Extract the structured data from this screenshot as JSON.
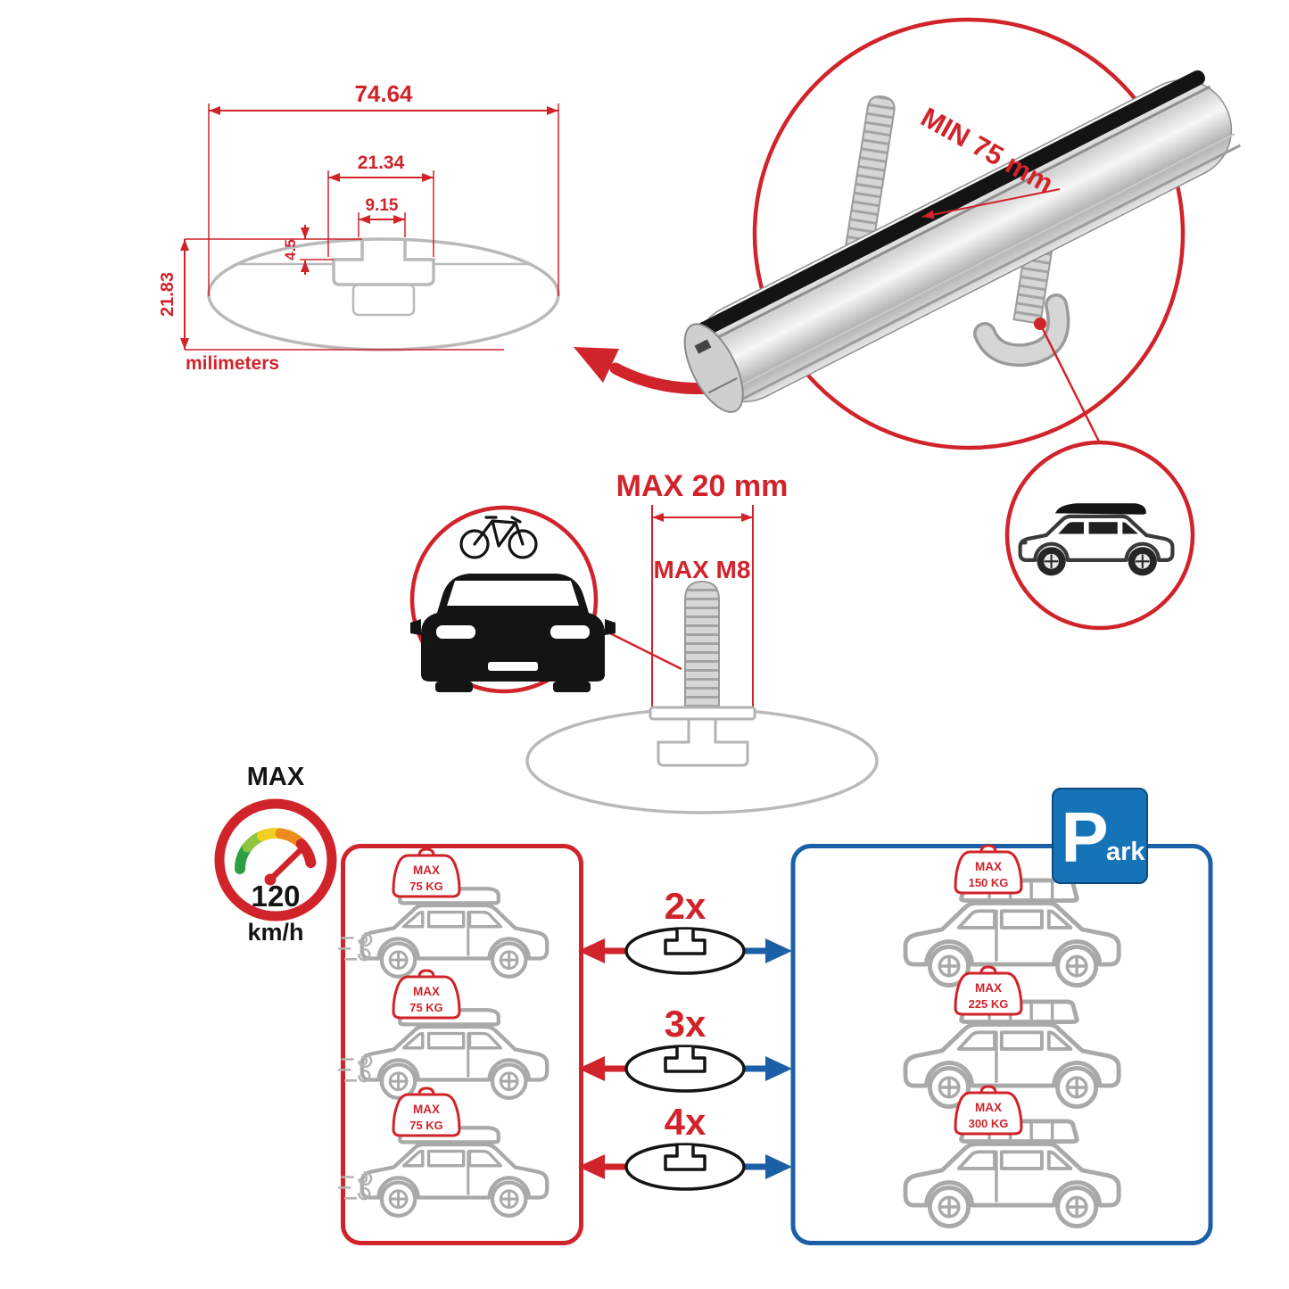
{
  "colors": {
    "accent_red": "#d1232a",
    "panel_blue": "#1b5fa6",
    "sign_blue": "#1573b8",
    "profile_gray": "#b9b9b9",
    "bar_silver": "#d6d6d6",
    "ink_black": "#141414"
  },
  "tech_drawing": {
    "dim_total_width": "74.64",
    "dim_channel_width": "21.34",
    "dim_slot_width": "9.15",
    "dim_slot_depth": "4.5",
    "dim_height": "21.83",
    "units": "milimeters"
  },
  "bar_detail": {
    "min_clamp": "MIN 75 mm"
  },
  "bolt_detail": {
    "max_depth": "MAX 20 mm",
    "max_thread": "MAX M8"
  },
  "speed": {
    "label": "MAX",
    "value": "120",
    "unit": "km/h"
  },
  "parking_sign": {
    "letter": "P",
    "suffix": "ark"
  },
  "rows": [
    {
      "multiplier": "2x",
      "drive_load": {
        "line1": "MAX",
        "line2": "75 KG"
      },
      "park_load": {
        "line1": "MAX",
        "line2": "150 KG"
      }
    },
    {
      "multiplier": "3x",
      "drive_load": {
        "line1": "MAX",
        "line2": "75 KG"
      },
      "park_load": {
        "line1": "MAX",
        "line2": "225 KG"
      }
    },
    {
      "multiplier": "4x",
      "drive_load": {
        "line1": "MAX",
        "line2": "75 KG"
      },
      "park_load": {
        "line1": "MAX",
        "line2": "300 KG"
      }
    }
  ]
}
